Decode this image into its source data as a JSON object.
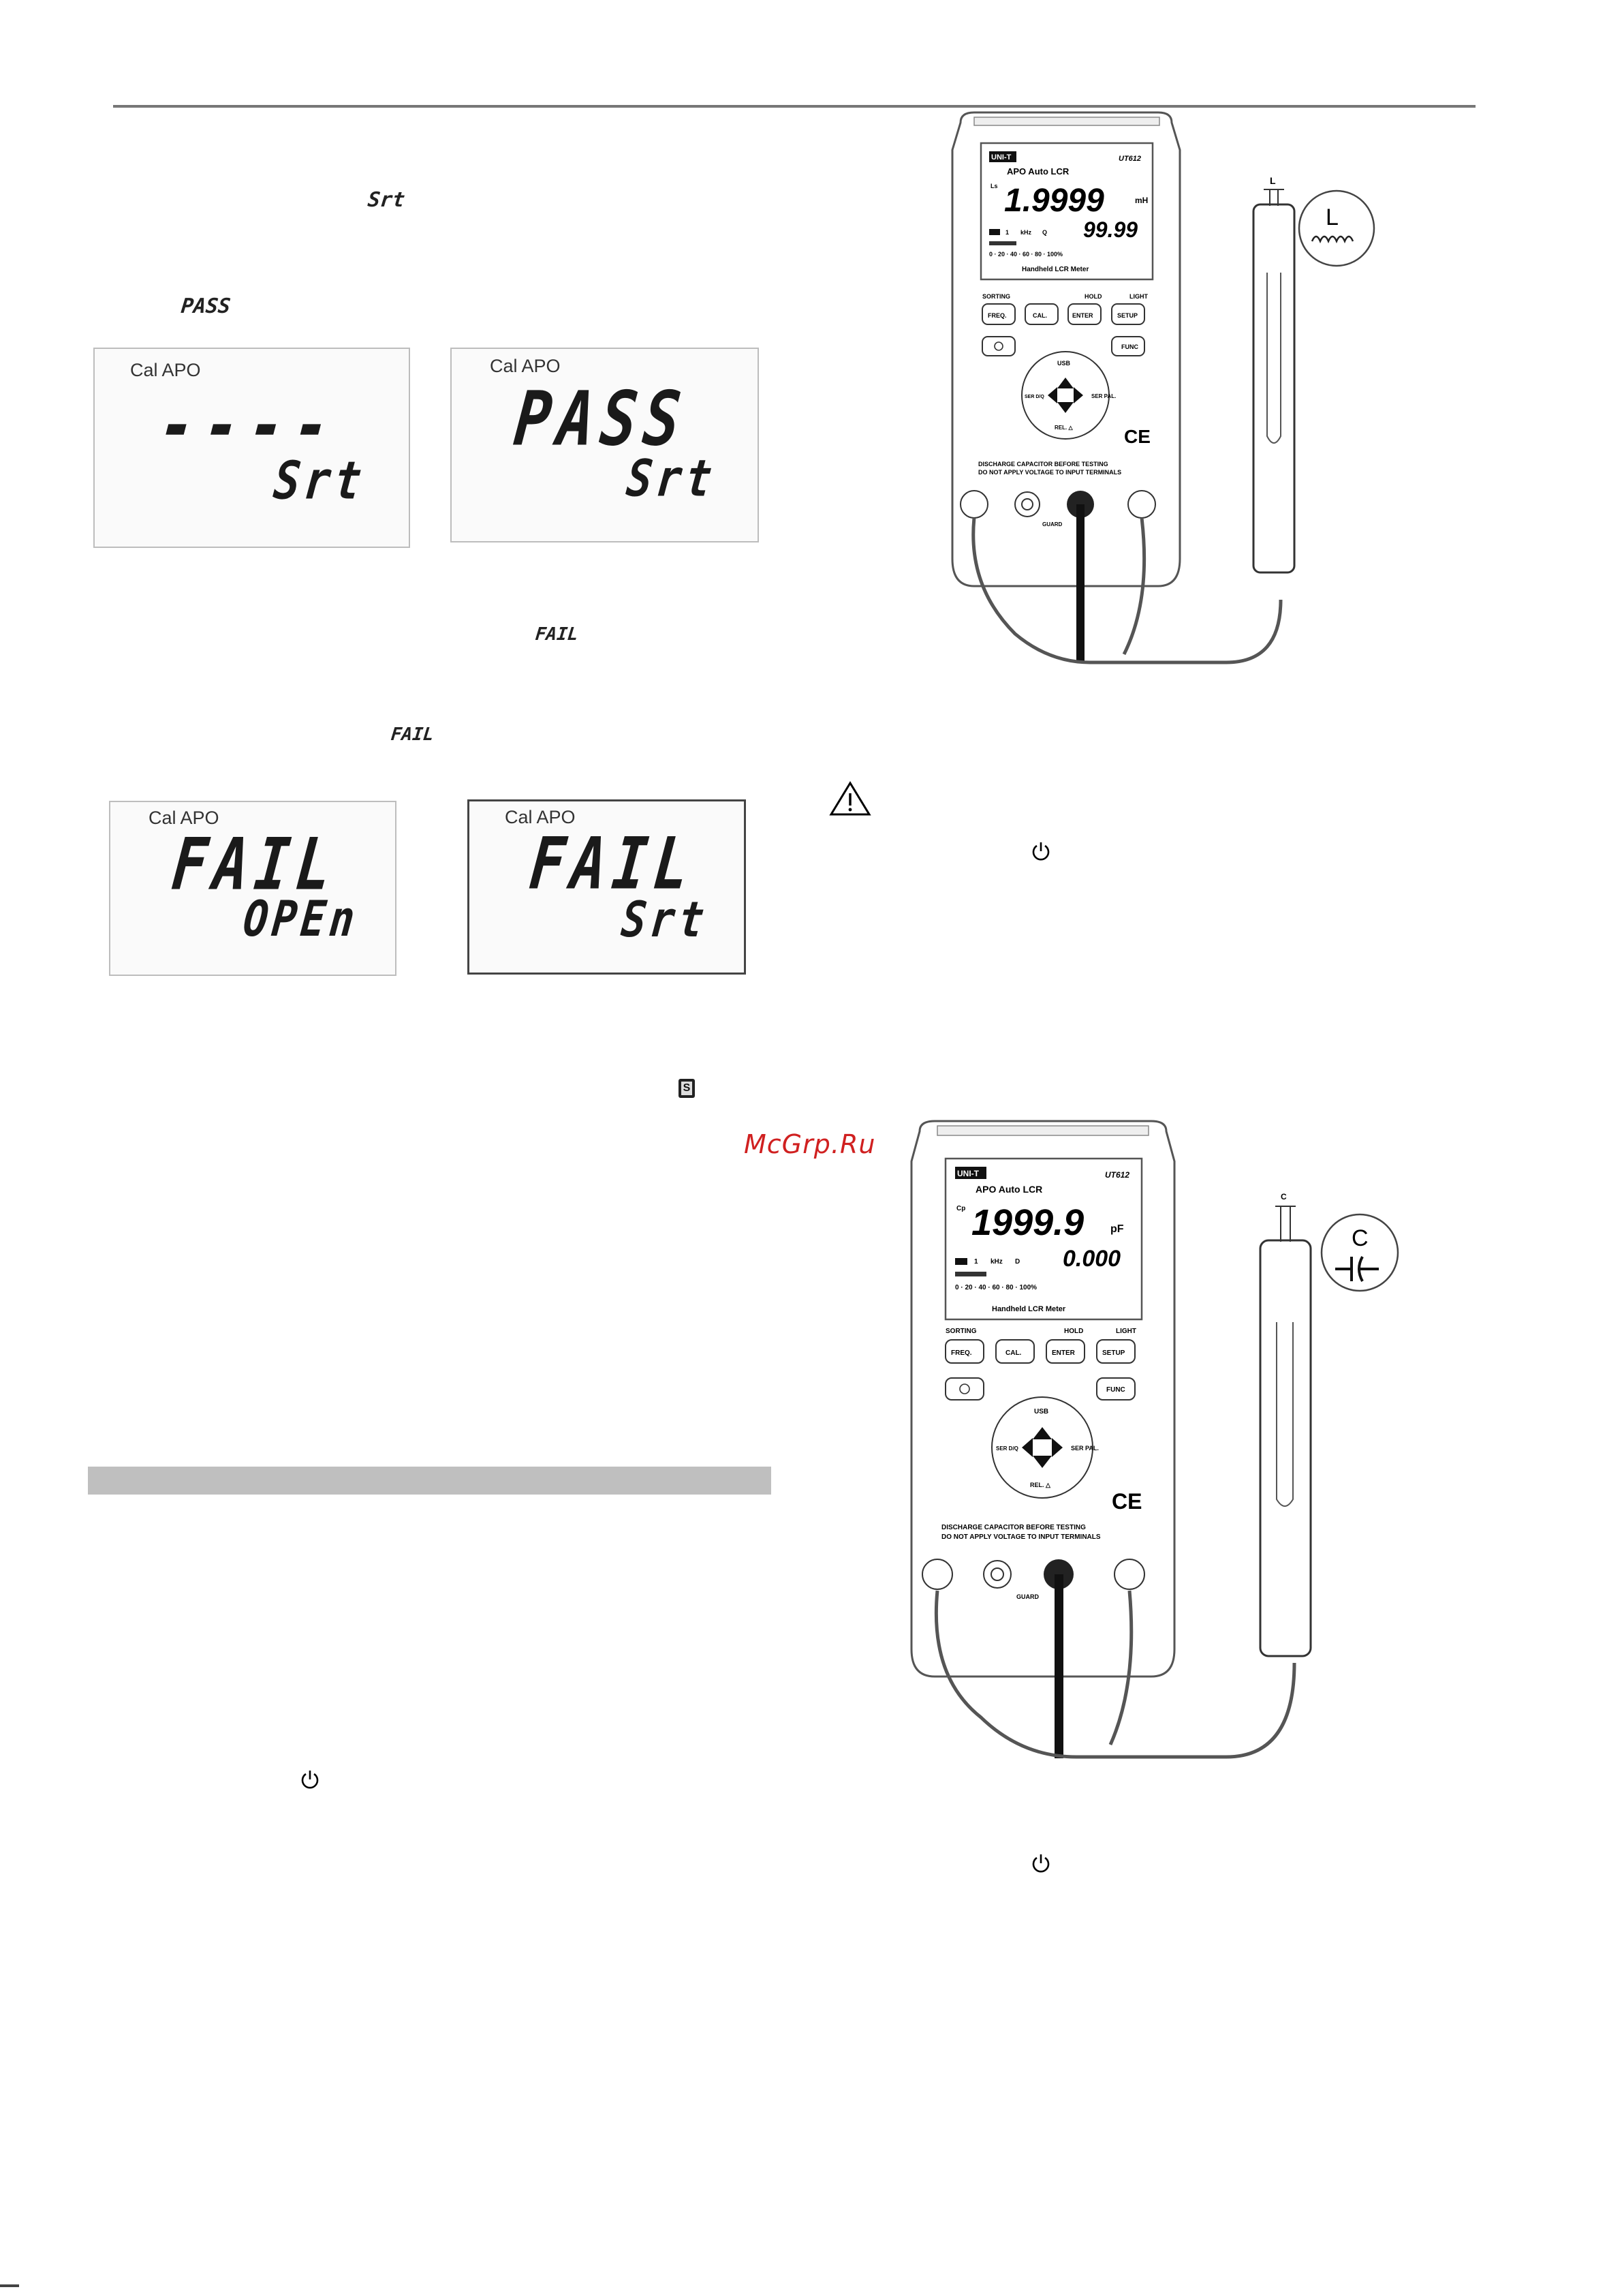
{
  "left_column": {
    "inline_symbols": {
      "srt": "Srt",
      "pass": "PASS",
      "fail_1": "FAIL",
      "fail_2": "FAIL"
    },
    "displays": [
      {
        "cal": "Cal APO",
        "main": "----",
        "sub": "Srt"
      },
      {
        "cal": "Cal APO",
        "main": "PASS",
        "sub": "Srt"
      },
      {
        "cal": "Cal APO",
        "main": "FAIL",
        "sub": "OPEn"
      },
      {
        "cal": "Cal APO",
        "main": "FAIL",
        "sub": "Srt"
      }
    ],
    "s_icon": "S"
  },
  "watermark": "McGrp.Ru",
  "meter_top": {
    "brand": "UNI-T",
    "model": "UT612",
    "mode": "APO Auto LCR",
    "primary_label": "Ls",
    "primary_value": "1.9999",
    "primary_unit": "mH",
    "secondary_value": "99.99",
    "freq": "1",
    "freq_unit": "kHz",
    "secondary_label": "Q",
    "scale": "0 · 20 · 40 · 60 · 80 · 100%",
    "subtitle": "Handheld LCR Meter",
    "labels_above": [
      "SORTING",
      "HOLD",
      "LIGHT"
    ],
    "buttons": [
      "FREQ.",
      "CAL.",
      "ENTER",
      "SETUP"
    ],
    "func": "FUNC",
    "nav": [
      "USB",
      "SER PAL.",
      "REL. △",
      "SER D/Q"
    ],
    "warning_1": "DISCHARGE CAPACITOR BEFORE TESTING",
    "warning_2": "DO NOT APPLY VOLTAGE TO INPUT TERMINALS",
    "guard": "GUARD",
    "ce": "CE",
    "component_letter": "L",
    "component_tag": "L"
  },
  "meter_bottom": {
    "brand": "UNI-T",
    "model": "UT612",
    "mode": "APO Auto LCR",
    "primary_label": "Cp",
    "primary_value": "1999.9",
    "primary_unit": "pF",
    "secondary_value": "0.000",
    "freq": "1",
    "freq_unit": "kHz",
    "secondary_label": "D",
    "scale": "0 · 20 · 40 · 60 · 80 · 100%",
    "subtitle": "Handheld LCR Meter",
    "labels_above": [
      "SORTING",
      "HOLD",
      "LIGHT"
    ],
    "buttons": [
      "FREQ.",
      "CAL.",
      "ENTER",
      "SETUP"
    ],
    "func": "FUNC",
    "nav": [
      "USB",
      "SER PAL.",
      "REL. △",
      "SER D/Q"
    ],
    "warning_1": "DISCHARGE CAPACITOR BEFORE TESTING",
    "warning_2": "DO NOT APPLY VOLTAGE TO INPUT TERMINALS",
    "guard": "GUARD",
    "ce": "CE",
    "component_letter": "C",
    "component_tag": "C"
  }
}
